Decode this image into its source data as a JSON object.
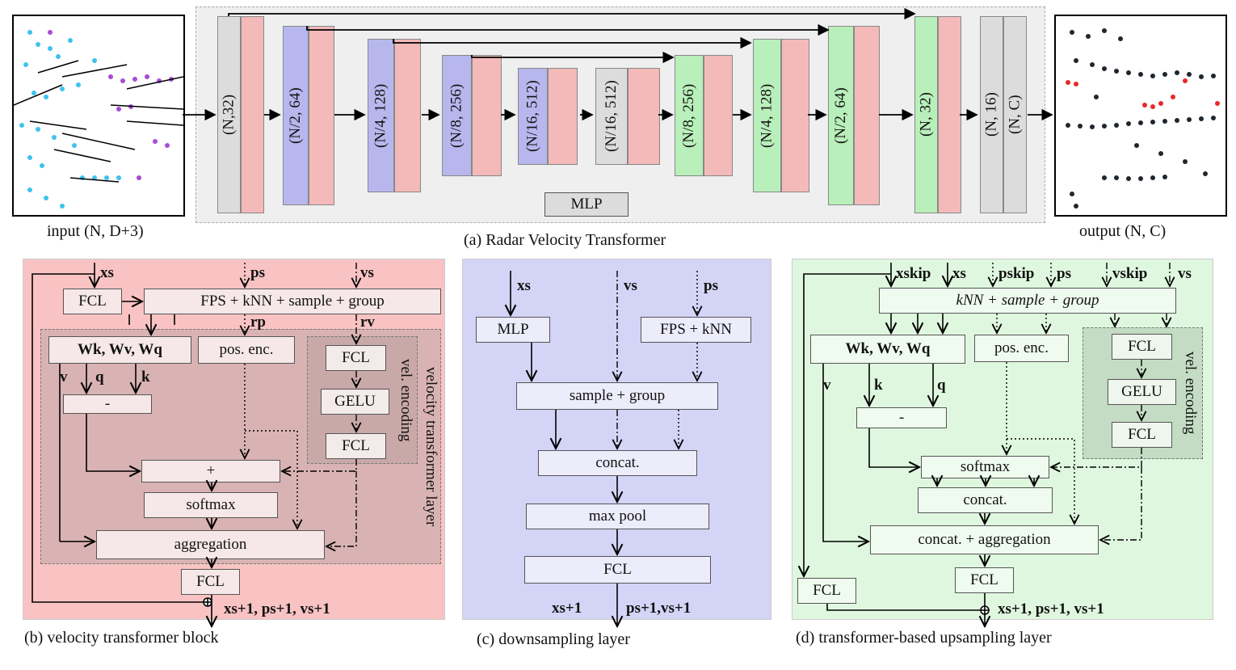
{
  "arch": {
    "caption": "(a) Radar Velocity Transformer",
    "input_label": "input (N, D+3)",
    "output_label": "output (N, C)",
    "mlp_label": "MLP",
    "enc_blocks": [
      "(N,32)",
      "(N/2, 64)",
      "(N/4, 128)",
      "(N/8, 256)",
      "(N/16, 512)"
    ],
    "dec_blocks": [
      "(N/16, 512)",
      "(N/8, 256)",
      "(N/4, 128)",
      "(N/2, 64)",
      "(N, 32)"
    ],
    "head_blocks": [
      "(N, 16)",
      "(N, C)"
    ],
    "colors": {
      "gray": "#dcdcdc",
      "pink": "#f4b9b9",
      "blue": "#b7b7ee",
      "green": "#b9efba",
      "panel": "#efefef"
    }
  },
  "panel_b": {
    "caption": "(b) velocity transformer block",
    "bg": "#f9c3c3",
    "inputs": {
      "x": "xs",
      "p": "ps",
      "v": "vs"
    },
    "fcl_in": "FCL",
    "fps": "FPS + kNN + sample + group",
    "rp": "rp",
    "rv": "rv",
    "weights": "Wk, Wv, Wq",
    "pos_enc": "pos. enc.",
    "vlabels": {
      "v": "v",
      "q": "q",
      "k": "k"
    },
    "minus": "-",
    "plus": "+",
    "softmax": "softmax",
    "aggregation": "aggregation",
    "fcl_out": "FCL",
    "enc_fcl1": "FCL",
    "enc_gelu": "GELU",
    "enc_fcl2": "FCL",
    "vel_encoding": "vel. encoding",
    "layer_label": "velocity transformer layer",
    "outputs": "xs+1, ps+1, vs+1"
  },
  "panel_c": {
    "caption": "(c) downsampling layer",
    "bg": "#d4d4f7",
    "inputs": {
      "x": "xs",
      "v": "vs",
      "p": "ps"
    },
    "mlp": "MLP",
    "fps": "FPS + kNN",
    "sample": "sample + group",
    "concat": "concat.",
    "maxpool": "max pool",
    "fcl": "FCL",
    "out_x": "xs+1",
    "out_pv": "ps+1,vs+1"
  },
  "panel_d": {
    "caption": "(d) transformer-based upsampling layer",
    "bg": "#dff7df",
    "inputs": [
      "xskip",
      "xs",
      "pskip",
      "ps",
      "vskip",
      "vs"
    ],
    "knn": "kNN + sample + group",
    "weights": "Wk, Wv, Wq",
    "pos_enc": "pos. enc.",
    "vlabels": {
      "v": "v",
      "k": "k",
      "q": "q"
    },
    "minus": "-",
    "softmax": "softmax",
    "concat": "concat.",
    "concat_agg": "concat. + aggregation",
    "fcl_left": "FCL",
    "fcl_out": "FCL",
    "enc_fcl1": "FCL",
    "enc_gelu": "GELU",
    "enc_fcl2": "FCL",
    "vel_encoding": "vel. encoding",
    "outputs": "xs+1, ps+1, vs+1"
  }
}
